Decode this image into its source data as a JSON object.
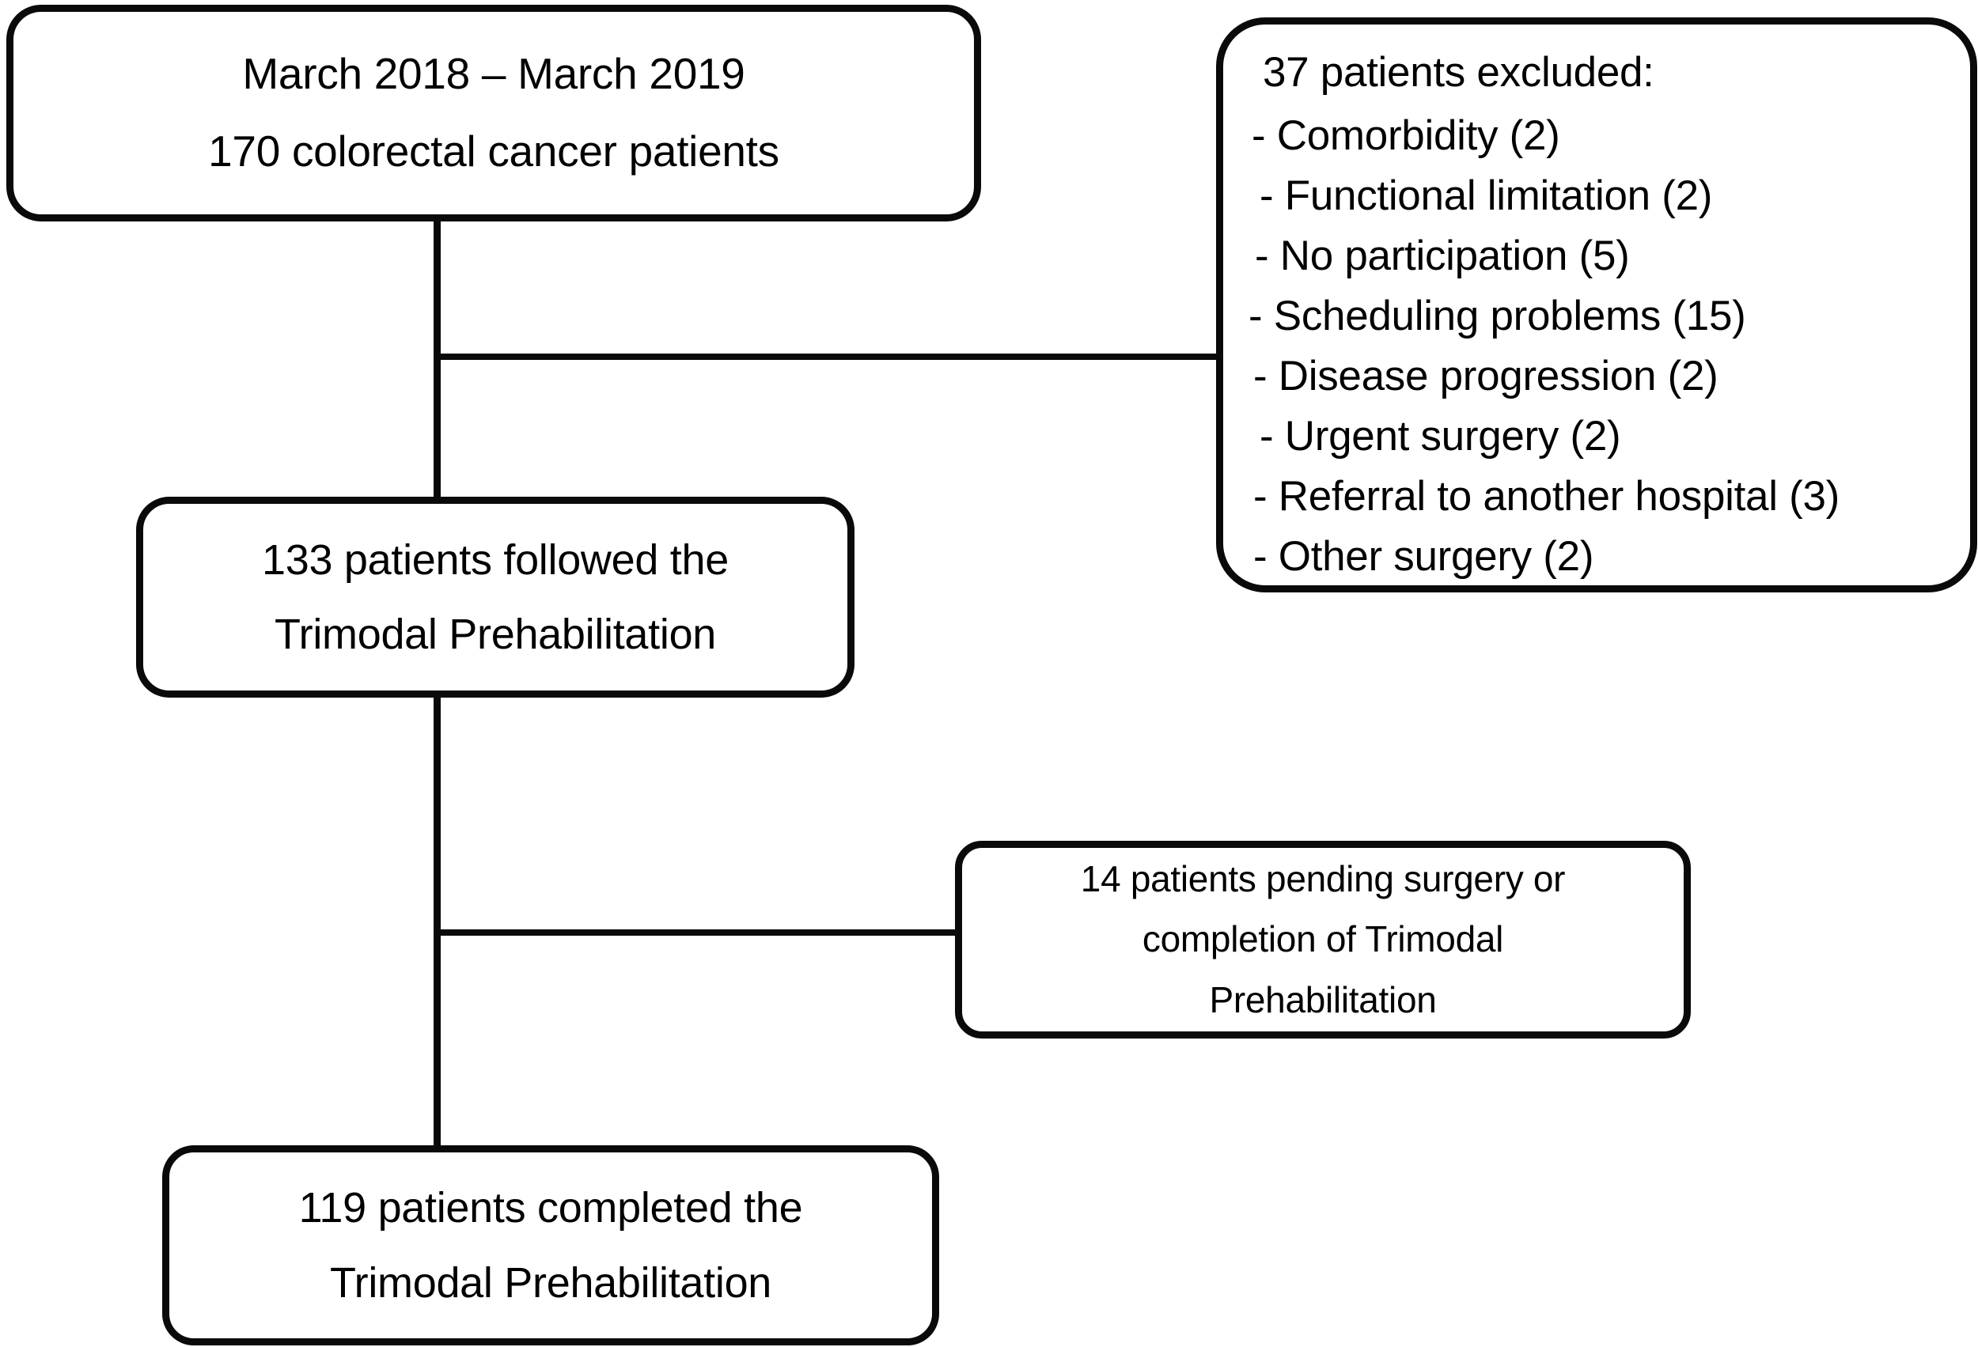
{
  "chart_data": {
    "type": "diagram",
    "title": "Patient flow diagram - Trimodal Prehabilitation",
    "nodes": [
      {
        "id": "cohort",
        "lines": [
          "March 2018 – March 2019",
          "170 colorectal cancer patients"
        ],
        "count": 170
      },
      {
        "id": "excluded",
        "lines": [
          "37 patients excluded:"
        ],
        "count": 37
      },
      {
        "id": "followed",
        "lines": [
          "133 patients followed the",
          "Trimodal Prehabilitation"
        ],
        "count": 133
      },
      {
        "id": "pending",
        "lines": [
          "14 patients pending surgery or",
          "completion of Trimodal",
          "Prehabilitation"
        ],
        "count": 14
      },
      {
        "id": "completed",
        "lines": [
          "119 patients completed the",
          "Trimodal Prehabilitation"
        ],
        "count": 119
      }
    ],
    "edges": [
      {
        "from": "cohort",
        "to": "excluded",
        "type": "branch-right"
      },
      {
        "from": "cohort",
        "to": "followed",
        "type": "vertical"
      },
      {
        "from": "followed",
        "to": "pending",
        "type": "branch-right"
      },
      {
        "from": "followed",
        "to": "completed",
        "type": "vertical"
      }
    ]
  },
  "cohort": {
    "line1": "March 2018 – March 2019",
    "line2": "170 colorectal cancer patients"
  },
  "excluded": {
    "heading": "37 patients excluded:",
    "items": [
      "- Comorbidity (2)",
      "- Functional limitation (2)",
      "- No participation (5)",
      "- Scheduling problems (15)",
      "- Disease progression (2)",
      "- Urgent surgery (2)",
      "- Referral to another hospital (3)",
      "- Other surgery (2)"
    ]
  },
  "followed": {
    "line1": "133 patients followed the",
    "line2": "Trimodal Prehabilitation"
  },
  "pending": {
    "line1": "14 patients pending surgery or",
    "line2": "completion of Trimodal",
    "line3": "Prehabilitation"
  },
  "completed": {
    "line1": "119 patients completed the",
    "line2": "Trimodal Prehabilitation"
  },
  "colors": {
    "stroke": "#0a0a0a",
    "fill": "#ffffff",
    "text": "#000000"
  }
}
